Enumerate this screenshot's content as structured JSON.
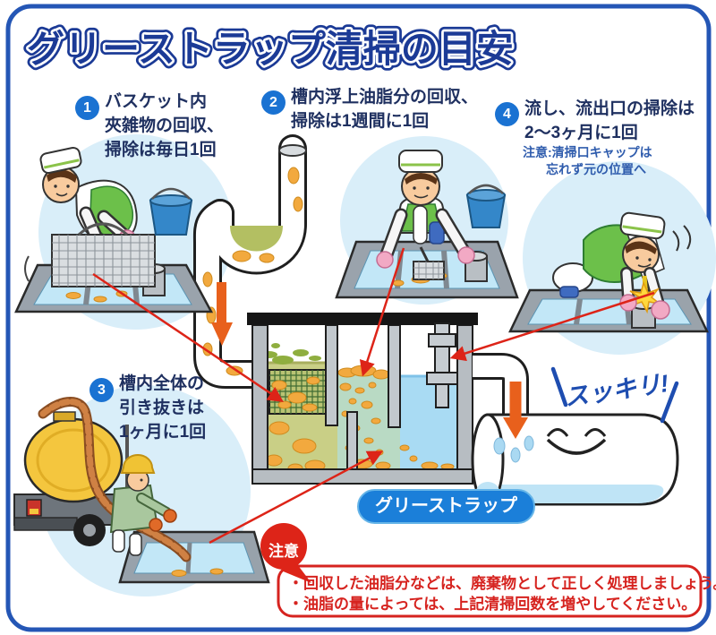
{
  "title": "グリーストラップ清掃の目安",
  "steps": [
    {
      "number": "1",
      "lines": [
        "バスケット内",
        "夾雑物の回収、",
        "掃除は毎日1回"
      ]
    },
    {
      "number": "2",
      "lines": [
        "槽内浮上油脂分の回収、",
        "掃除は1週間に1回"
      ]
    },
    {
      "number": "3",
      "lines": [
        "槽内全体の",
        "引き抜きは",
        "1ヶ月に1回"
      ]
    },
    {
      "number": "4",
      "lines": [
        "流し、流出口の掃除は",
        "2〜3ヶ月に1回"
      ],
      "note_lines": [
        "注意:清掃口キャップは",
        "忘れず元の位置へ"
      ]
    }
  ],
  "diagram": {
    "tank_label": "グリーストラップ",
    "clean_exclamation": "スッキリ!"
  },
  "caution": {
    "badge": "注意",
    "lines": [
      "・回収した油脂分などは、廃棄物として正しく処理しましょう。",
      "・油脂の量によっては、上記清掃回数を増やしてください。"
    ]
  },
  "icons": {
    "caution_balloon": "red speech balloon",
    "flow_arrows": "orange down arrows showing water flow",
    "pointer_arrows": "red arrows linking steps to tank parts"
  },
  "colors": {
    "frame_blue": "#2456b5",
    "title_blue": "#1b3a96",
    "step_badge_blue": "#1a72d2",
    "step_text_navy": "#1f3060",
    "step4_note_blue": "#2f5cad",
    "label_pill_blue": "#1b7fd9",
    "sukkiri_blue": "#1e4db0",
    "caution_red": "#dd2418",
    "grease_orange": "#f2a93e",
    "clean_water_blue": "#a9dbf3",
    "scene_bg_blue": "#d9eef9",
    "worker_vest_green": "#6cc04a",
    "truck_yellow": "#f4c63e"
  }
}
